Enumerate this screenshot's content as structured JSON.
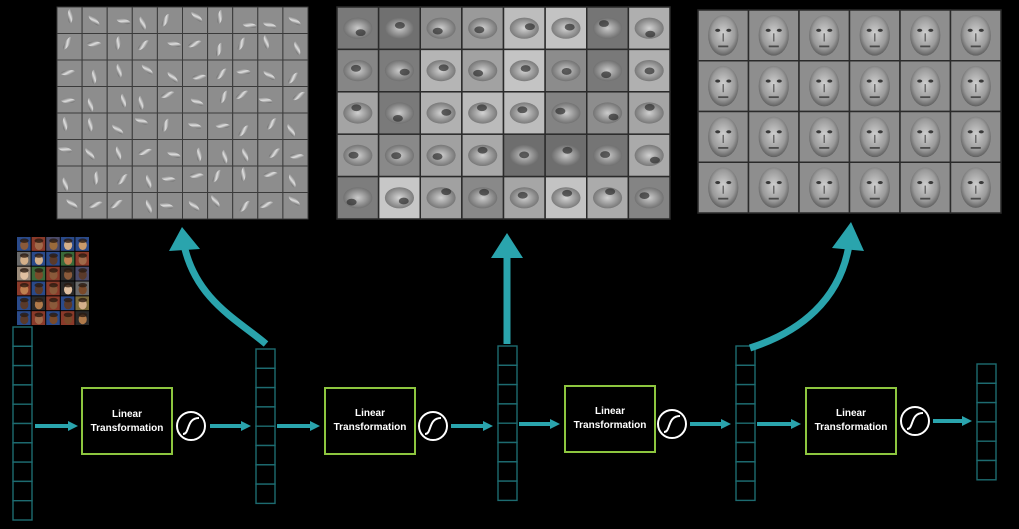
{
  "pipeline": {
    "stages": [
      {
        "label_line1": "Linear",
        "label_line2": "Transformation"
      },
      {
        "label_line1": "Linear",
        "label_line2": "Transformation"
      },
      {
        "label_line1": "Linear",
        "label_line2": "Transformation"
      },
      {
        "label_line1": "Linear",
        "label_line2": "Transformation"
      }
    ],
    "activation_icon": "sigmoid-icon"
  },
  "feature_panels": [
    {
      "name": "edge-filters",
      "rows": 8,
      "cols": 10
    },
    {
      "name": "face-parts",
      "rows": 5,
      "cols": 8
    },
    {
      "name": "face-templates",
      "rows": 4,
      "cols": 6
    }
  ],
  "input_faces": {
    "rows": 6,
    "cols": 5
  },
  "colors": {
    "background": "#000000",
    "arrow": "#2aa4ad",
    "box_border": "#8dc63f",
    "vector_cell": "#1d6b70",
    "panel_bg": "#8a8a8a"
  }
}
